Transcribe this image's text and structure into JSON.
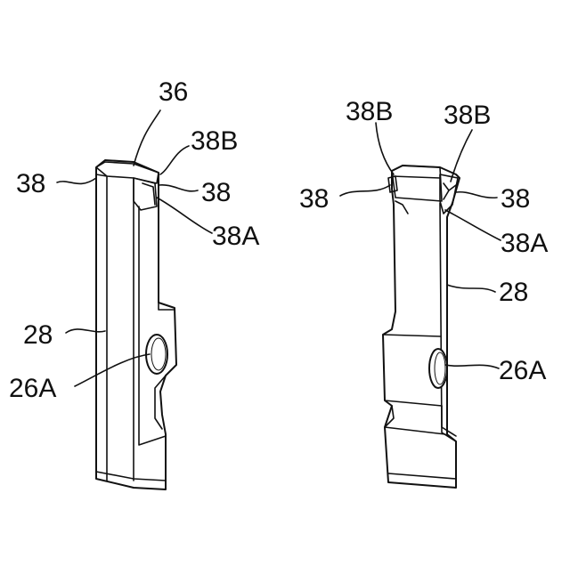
{
  "figure": {
    "left_view": {
      "labels": {
        "label_36": "36",
        "label_38_left": "38",
        "label_38b": "38B",
        "label_38_right": "38",
        "label_38a": "38A",
        "label_28": "28",
        "label_26a": "26A"
      }
    },
    "right_view": {
      "labels": {
        "label_38b_left": "38B",
        "label_38b_right": "38B",
        "label_38_left": "38",
        "label_38_right": "38",
        "label_38a": "38A",
        "label_28": "28",
        "label_26a": "26A"
      }
    }
  }
}
